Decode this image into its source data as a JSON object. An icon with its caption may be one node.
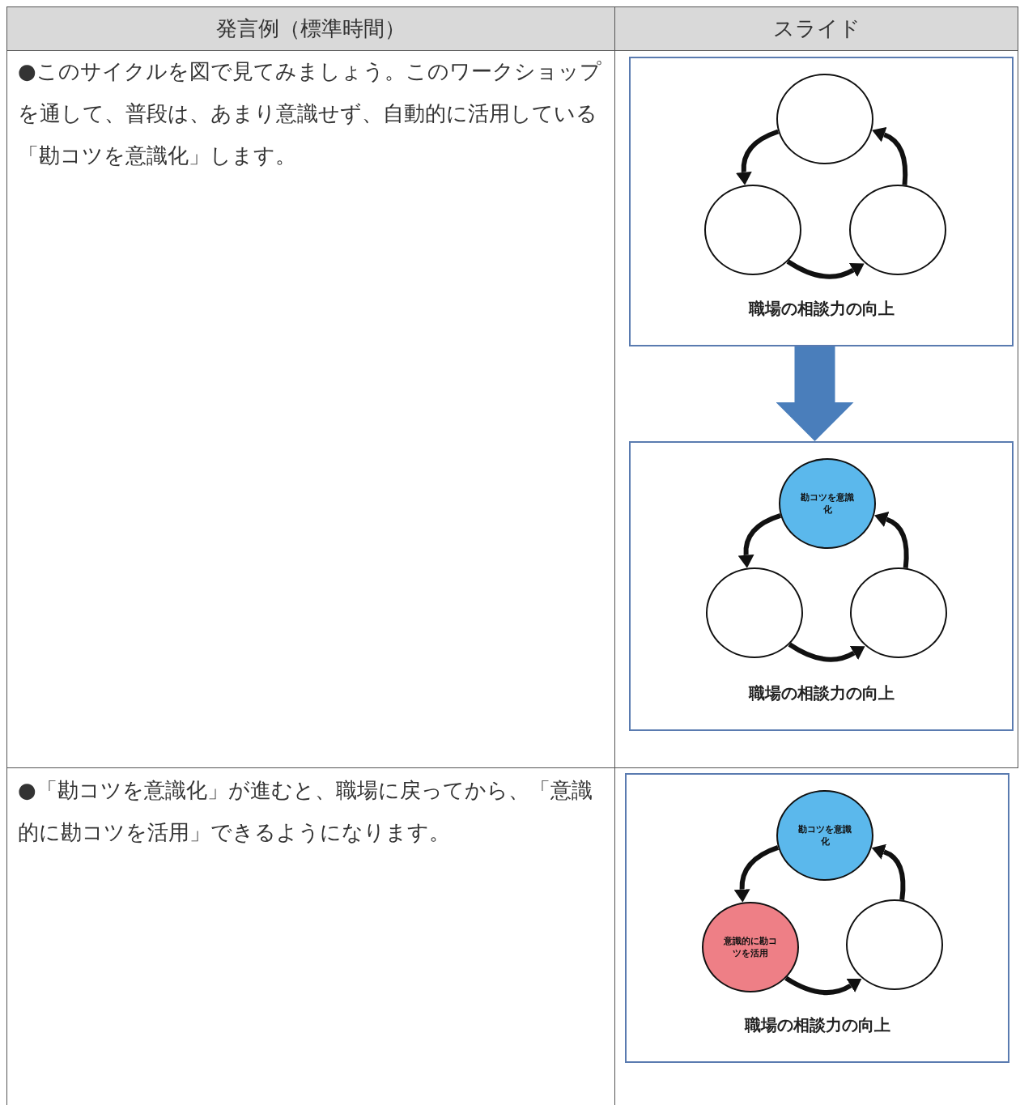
{
  "diagram": {
    "nodes": [
      {
        "text": [
          "職場の相談力の向上"
        ]
      },
      {
        "text": [],
        "shape": "circle",
        "in": 0
      },
      {
        "text": [],
        "shape": "circle",
        "in": 0
      },
      {
        "text": [],
        "shape": "circle",
        "in": 0
      },
      {
        "text": [
          "職場の相談力の向上"
        ]
      },
      {
        "text": [
          "勘コツを意識化"
        ],
        "in": 4
      },
      {
        "text": [],
        "shape": "circle",
        "in": 4
      },
      {
        "text": [],
        "shape": "circle",
        "in": 4
      },
      {
        "text": [
          "職場の相談力の向上"
        ]
      },
      {
        "text": [
          "勘コツを意識化"
        ],
        "in": 8
      },
      {
        "text": [
          "意識的に勘コツを活用"
        ],
        "in": 8
      },
      {
        "text": [],
        "shape": "circle",
        "in": 8
      }
    ],
    "edges": [
      {
        "from": 1,
        "to": 2,
        "arrow": "to"
      },
      {
        "from": 2,
        "to": 3,
        "arrow": "to"
      },
      {
        "from": 3,
        "to": 1,
        "arrow": "to"
      },
      {
        "from": 0,
        "to": 4,
        "arrow": "to",
        "style": "thick",
        "color": "#4a7ebb"
      },
      {
        "from": 5,
        "to": 6,
        "arrow": "to"
      },
      {
        "from": 6,
        "to": 7,
        "arrow": "to"
      },
      {
        "from": 7,
        "to": 5,
        "arrow": "to"
      },
      {
        "from": 9,
        "to": 10,
        "arrow": "to"
      },
      {
        "from": 10,
        "to": 11,
        "arrow": "to"
      },
      {
        "from": 11,
        "to": 9,
        "arrow": "to"
      }
    ],
    "labels": [
      "発言例（標準時間）",
      "スライド",
      "●このサイクルを図で見てみましょう。このワークショップを通して、普段は、あまり意識せず、自動的に活用している「勘コツを意識化」します。",
      "●「勘コツを意識化」が進むと、職場に戻ってから、「意識的に勘コツを活用」できるようになります。"
    ]
  }
}
